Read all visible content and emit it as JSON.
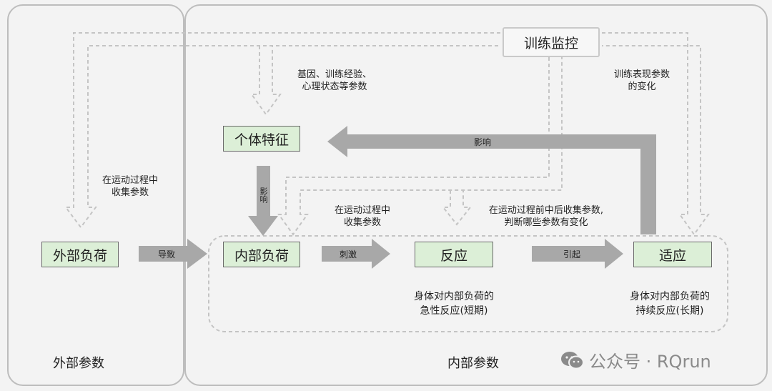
{
  "panels": {
    "external": "外部参数",
    "internal": "内部参数"
  },
  "boxes": {
    "monitor": "训练监控",
    "individual": "个体特征",
    "external_load": "外部负荷",
    "internal_load": "内部负荷",
    "response": "反应",
    "adaptation": "适应"
  },
  "arrows": {
    "leads_to": "导致",
    "stimulus": "刺激",
    "causes": "引起",
    "influence": "影响",
    "affect": "影响"
  },
  "annotations": {
    "genes": "基因、训练经验、\n心理状态等参数",
    "perf_change": "训练表现参数\n的变化",
    "collect_external": "在运动过程中\n收集参数",
    "collect_internal": "在运动过程中\n收集参数",
    "before_after": "在运动过程前中后收集参数,\n判断哪些参数有变化",
    "acute": "身体对内部负荷的\n急性反应(短期)",
    "chronic": "身体对内部负荷的\n持续反应(长期)"
  },
  "watermark": {
    "icon": "wechat-icon",
    "text": "公众号 · RQrun"
  }
}
